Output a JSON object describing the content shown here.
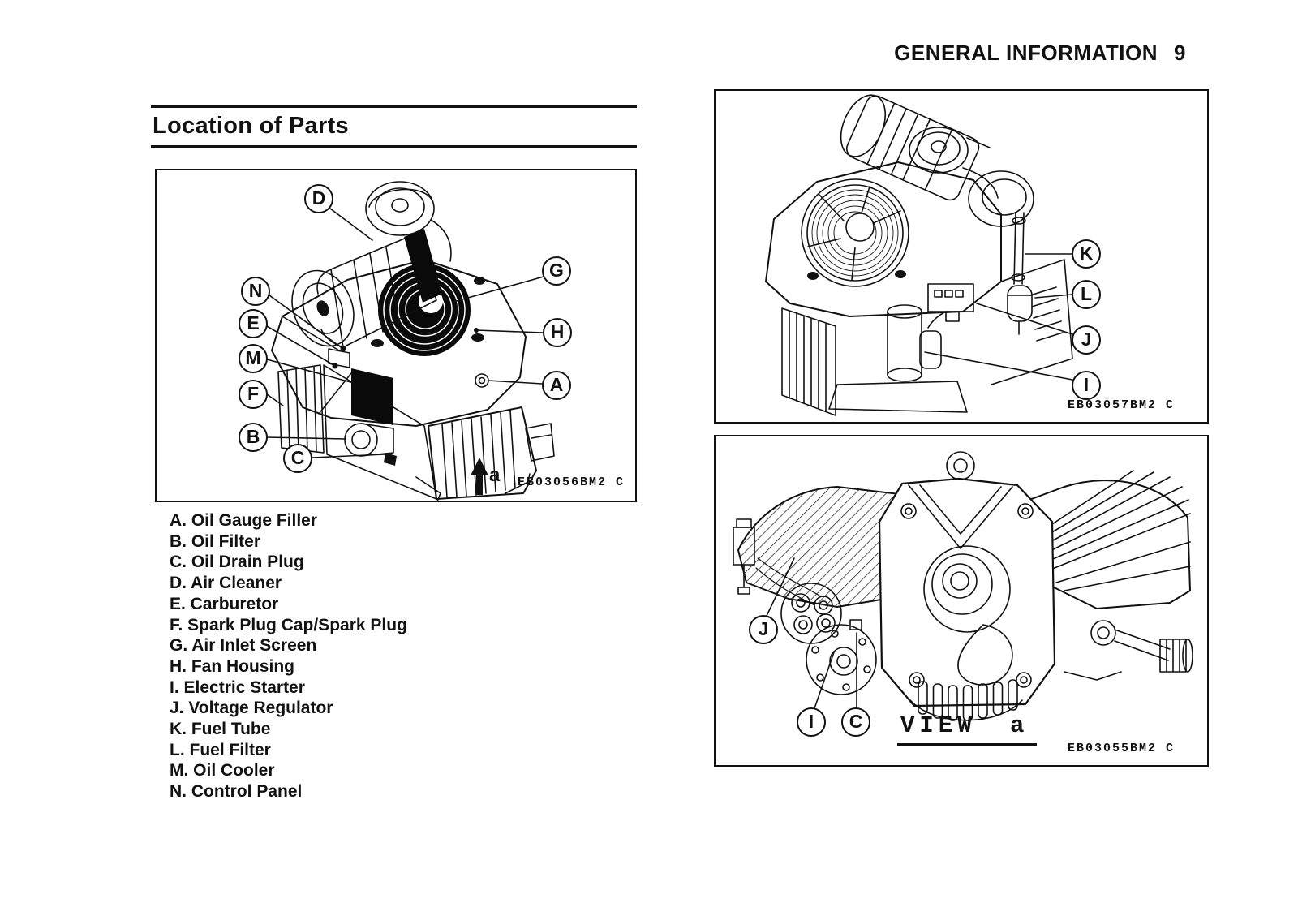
{
  "page": {
    "header_title": "GENERAL INFORMATION",
    "page_number": "9"
  },
  "section": {
    "title": "Location of Parts"
  },
  "figures": {
    "main": {
      "code": "EB03056BM2 C",
      "arrow_label": "a",
      "callouts": [
        "D",
        "G",
        "N",
        "E",
        "M",
        "F",
        "B",
        "C",
        "H",
        "A"
      ]
    },
    "right_top": {
      "code": "EB03057BM2 C",
      "callouts": [
        "K",
        "L",
        "J",
        "I"
      ]
    },
    "right_bottom": {
      "code": "EB03055BM2 C",
      "view_label": "VIEW a",
      "callouts": [
        "J",
        "I",
        "C"
      ]
    }
  },
  "parts_list": {
    "items": [
      "A. Oil Gauge Filler",
      "B. Oil Filter",
      "C. Oil Drain Plug",
      "D. Air Cleaner",
      "E. Carburetor",
      "F. Spark Plug Cap/Spark Plug",
      "G. Air Inlet Screen",
      "H. Fan Housing",
      "I. Electric Starter",
      "J. Voltage Regulator",
      "K. Fuel Tube",
      "L. Fuel Filter",
      "M. Oil Cooler",
      "N. Control Panel"
    ]
  }
}
